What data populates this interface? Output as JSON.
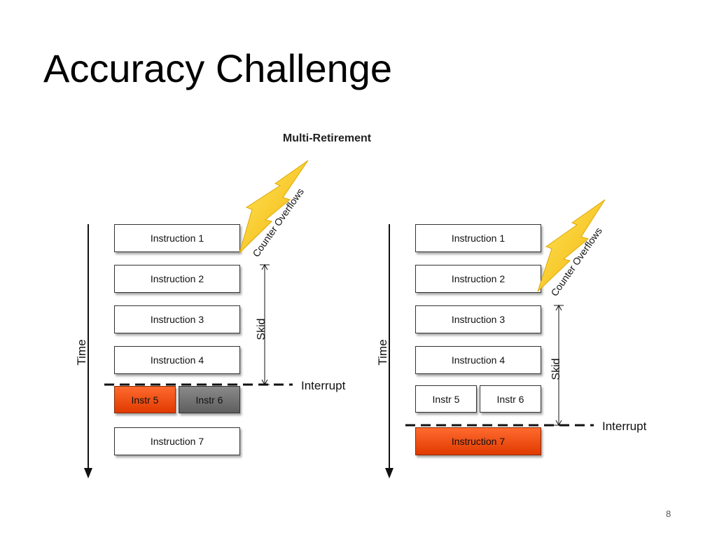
{
  "slide": {
    "title": "Accuracy Challenge",
    "page_number": "8"
  },
  "diagram": {
    "title": "Multi-Retirement",
    "colors": {
      "highlight": "#f05010",
      "gray": "#6e6e6e",
      "bolt": "#f4c81e"
    },
    "left": {
      "time_label": "Time",
      "instructions": [
        "Instruction 1",
        "Instruction 2",
        "Instruction 3",
        "Instruction 4"
      ],
      "instr_a": "Instr 5",
      "instr_b": "Instr 6",
      "instruction_7": "Instruction 7",
      "bolt_label": "Counter Overflows",
      "skid_label": "Skid",
      "interrupt_label": "Interrupt"
    },
    "right": {
      "time_label": "Time",
      "instructions": [
        "Instruction 1",
        "Instruction 2",
        "Instruction 3",
        "Instruction 4"
      ],
      "instr_a": "Instr 5",
      "instr_b": "Instr 6",
      "instruction_7": "Instruction 7",
      "bolt_label": "Counter Overflows",
      "skid_label": "Skid",
      "interrupt_label": "Interrupt"
    }
  }
}
